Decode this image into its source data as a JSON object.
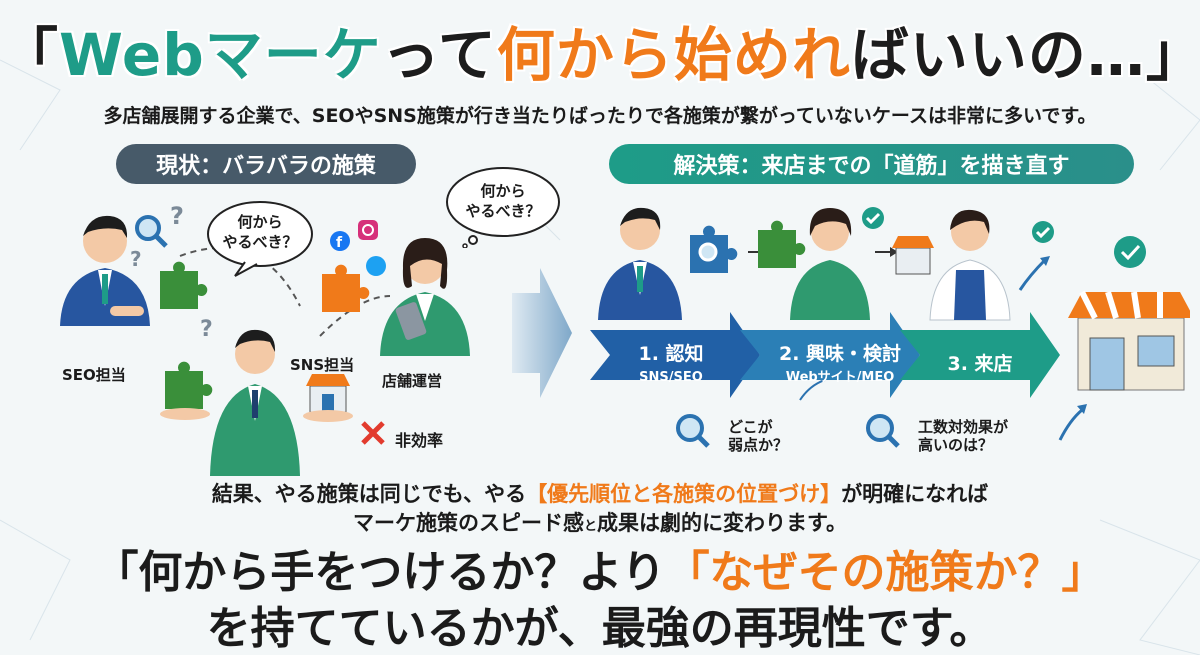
{
  "title": {
    "open_bracket": "「",
    "part1": "Webマーケ",
    "part2": "って",
    "part3": "何から始めれ",
    "part4": "ばいいの…",
    "close_bracket": "」"
  },
  "subtitle": "多店舗展開する企業で、SEOやSNS施策が行き当たりばったりで各施策が繋がっていないケースは非常に多いです。",
  "current": {
    "header": "現状：バラバラの施策",
    "bubble1": [
      "何から",
      "やるべき？"
    ],
    "bubble2": [
      "何から",
      "やるべき？"
    ],
    "seo_label": "SEO担当",
    "sns_label": "SNS担当",
    "store_label": "店舗運営",
    "inefficient": "非効率"
  },
  "solution": {
    "header": "解決策：来店までの「道筋」を描き直す",
    "steps": [
      {
        "title": "1. 認知",
        "sub": "SNS/SEO"
      },
      {
        "title": "2. 興味・検討",
        "sub": "Webサイト/MEO"
      },
      {
        "title": "3. 来店",
        "sub": ""
      }
    ],
    "note1": [
      "どこが",
      "弱点か？"
    ],
    "note2": [
      "工数対効果が",
      "高いのは？"
    ]
  },
  "result": {
    "line1_pre": "結果、やる施策は同じでも、やる",
    "line1_highlight": "【優先順位と各施策の位置づけ】",
    "line1_post": "が明確になれば",
    "line2_pre": "マーケ施策のスピード感",
    "line2_small": "と",
    "line2_post": "成果は劇的に変わります。"
  },
  "conclusion": {
    "line1_pre": "「何から手をつけるか？より",
    "line1_highlight": "「なぜその施策か？」",
    "line2": "を持てているかが、最強の再現性です。"
  },
  "colors": {
    "teal": "#1e9c88",
    "orange": "#f07a1a",
    "slate": "#475a69",
    "navy": "#1f3f6e",
    "arrow_blue": "#2b72b0"
  }
}
